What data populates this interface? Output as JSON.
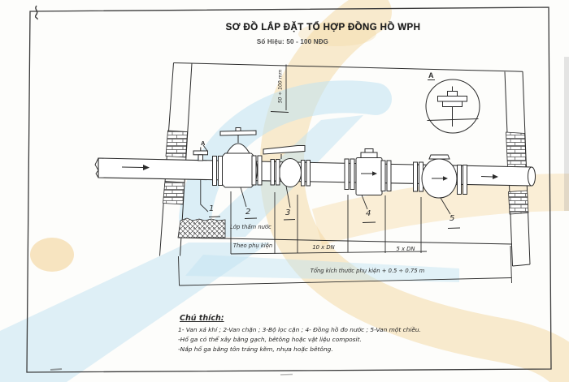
{
  "page": {
    "title": "SƠ ĐỒ LẮP ĐẶT TỔ HỢP ĐỒNG HỒ WPH",
    "subtitle": "Số Hiệu: 50 - 100 NĐG"
  },
  "diagram": {
    "detail_label": "A",
    "air_valve_tag": "A",
    "depth_dimension": "50 ÷ 100 mm",
    "item_numbers": [
      "1",
      "2",
      "3",
      "4",
      "5"
    ],
    "gravel_label": "Lớp thấm nước",
    "dim_fitting": "Theo phụ kiện",
    "dim_upstream": "10 x DN",
    "dim_downstream": "5 x DN",
    "dim_total": "Tổng kích thước phụ kiện + 0.5 ÷ 0.75 m"
  },
  "notes": {
    "heading": "Chú thích:",
    "lines": [
      "1- Van xả khí ; 2-Van chặn ; 3-Bộ lọc cặn ; 4- Đồng hồ đo nước ; 5-Van một chiều.",
      "-Hố ga có thể xây bằng gạch, bêtông hoặc vật liệu composit.",
      "-Nắp hố ga bằng tôn tráng kẽm, nhựa hoặc bêtông."
    ]
  },
  "colors": {
    "line": "#2b2b2b",
    "watermark_cyan": "#bfe2f2",
    "watermark_tan": "#f4d7a0",
    "paper": "#fdfdfb"
  }
}
